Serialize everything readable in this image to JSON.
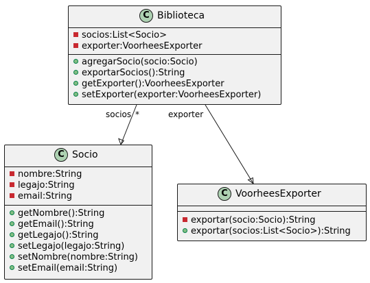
{
  "classes": {
    "biblioteca": {
      "name": "Biblioteca",
      "stereotype_letter": "C",
      "attributes": [
        {
          "visibility": "private",
          "text": "socios:List<Socio>"
        },
        {
          "visibility": "private",
          "text": "exporter:VoorheesExporter"
        }
      ],
      "operations": [
        {
          "visibility": "public",
          "text": "agregarSocio(socio:Socio)"
        },
        {
          "visibility": "public",
          "text": "exportarSocios():String"
        },
        {
          "visibility": "public",
          "text": "getExporter():VoorheesExporter"
        },
        {
          "visibility": "public",
          "text": "setExporter(exporter:VoorheesExporter)"
        }
      ]
    },
    "socio": {
      "name": "Socio",
      "stereotype_letter": "C",
      "attributes": [
        {
          "visibility": "private",
          "text": "nombre:String"
        },
        {
          "visibility": "private",
          "text": "legajo:String"
        },
        {
          "visibility": "private",
          "text": "email:String"
        }
      ],
      "operations": [
        {
          "visibility": "public",
          "text": "getNombre():String"
        },
        {
          "visibility": "public",
          "text": "getEmail():String"
        },
        {
          "visibility": "public",
          "text": "getLegajo():String"
        },
        {
          "visibility": "public",
          "text": "setLegajo(legajo:String)"
        },
        {
          "visibility": "public",
          "text": "setNombre(nombre:String)"
        },
        {
          "visibility": "public",
          "text": "setEmail(email:String)"
        }
      ]
    },
    "voorhees": {
      "name": "VoorheesExporter",
      "stereotype_letter": "C",
      "attributes": [],
      "operations": [
        {
          "visibility": "private",
          "text": "exportar(socio:Socio):String"
        },
        {
          "visibility": "public",
          "text": "exportar(socios:List<Socio>):String"
        }
      ]
    }
  },
  "relations": [
    {
      "from": "Biblioteca",
      "to": "Socio",
      "role": "socios",
      "multiplicity": "*"
    },
    {
      "from": "Biblioteca",
      "to": "VoorheesExporter",
      "role": "exporter",
      "multiplicity": ""
    }
  ],
  "colors": {
    "class_fill": "#f1f1f1",
    "class_border": "#181818",
    "class_badge": "#add1b2",
    "private_marker": "#c82930",
    "public_marker_fill": "#84be84",
    "public_marker_stroke": "#038048"
  }
}
